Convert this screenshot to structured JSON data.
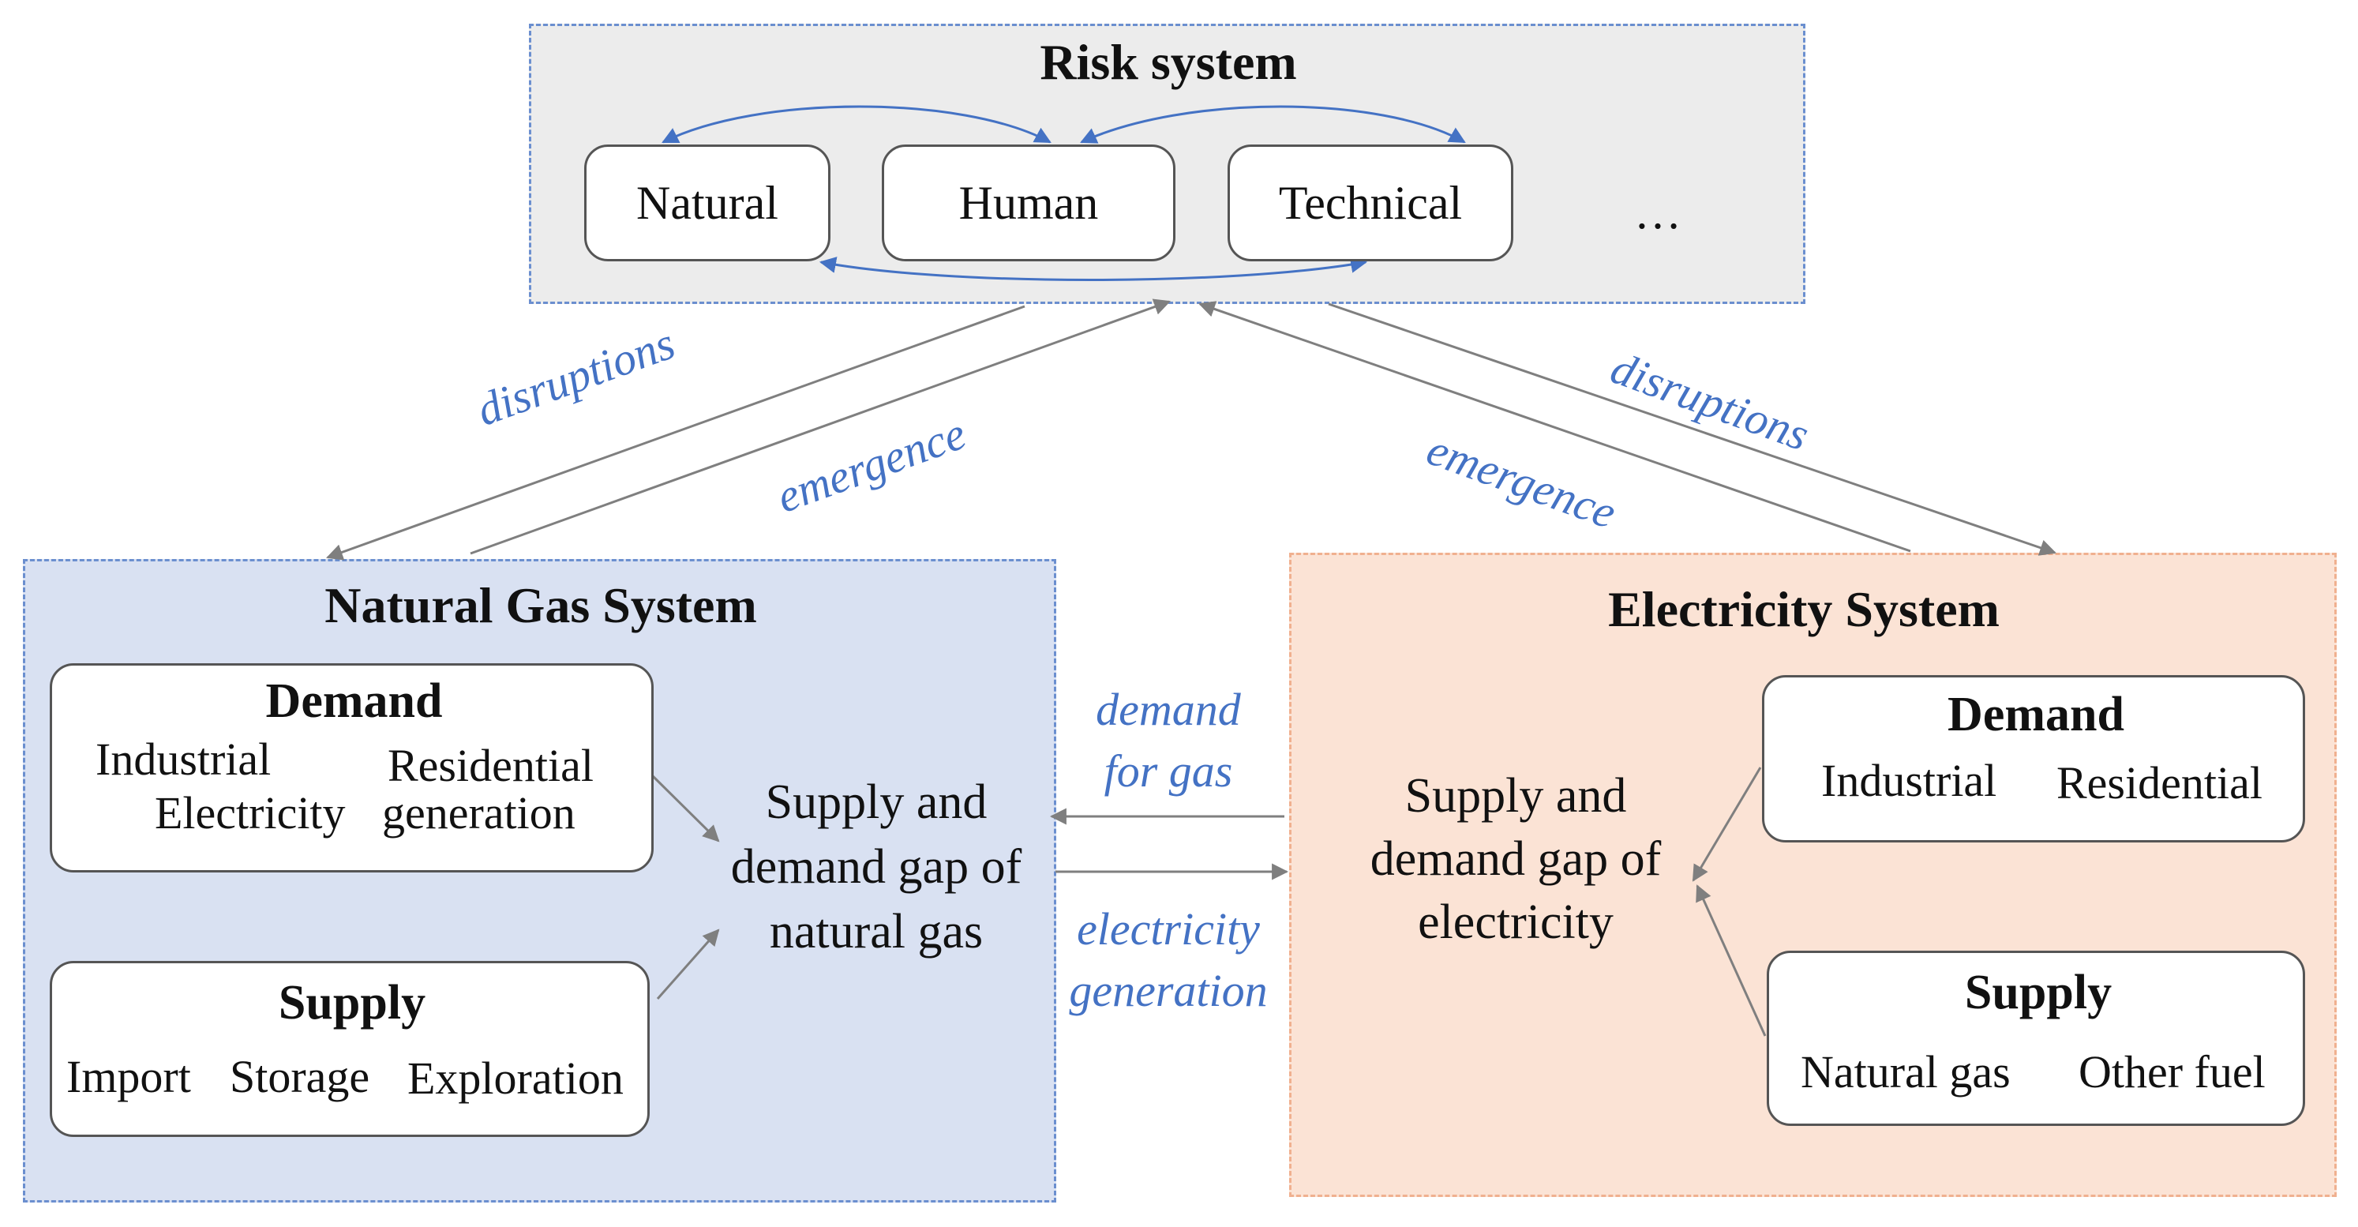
{
  "risk_system": {
    "title": "Risk system",
    "nodes": [
      "Natural",
      "Human",
      "Technical"
    ],
    "ellipsis": "…"
  },
  "natural_gas_system": {
    "title": "Natural Gas System",
    "demand": {
      "title": "Demand",
      "items": [
        "Industrial",
        "Residential",
        "Electricity",
        "generation"
      ]
    },
    "supply": {
      "title": "Supply",
      "items": [
        "Import",
        "Storage",
        "Exploration"
      ]
    },
    "gap": [
      "Supply and",
      "demand gap of",
      "natural gas"
    ]
  },
  "electricity_system": {
    "title": "Electricity System",
    "demand": {
      "title": "Demand",
      "items": [
        "Industrial",
        "Residential"
      ]
    },
    "supply": {
      "title": "Supply",
      "items": [
        "Natural gas",
        "Other fuel"
      ]
    },
    "gap": [
      "Supply and",
      "demand gap of",
      "electricity"
    ]
  },
  "edge_labels": {
    "disruptions_left": "disruptions",
    "emergence_left": "emergence",
    "disruptions_right": "disruptions",
    "emergence_right": "emergence",
    "demand_for_gas": [
      "demand",
      "for gas"
    ],
    "electricity_generation": [
      "electricity",
      "generation"
    ]
  },
  "colors": {
    "risk_fill": "#ececec",
    "gas_fill": "#d9e1f2",
    "electricity_fill": "#fbe3d5",
    "label_blue": "#4472c4",
    "arrow_gray": "#7f7f7f"
  }
}
